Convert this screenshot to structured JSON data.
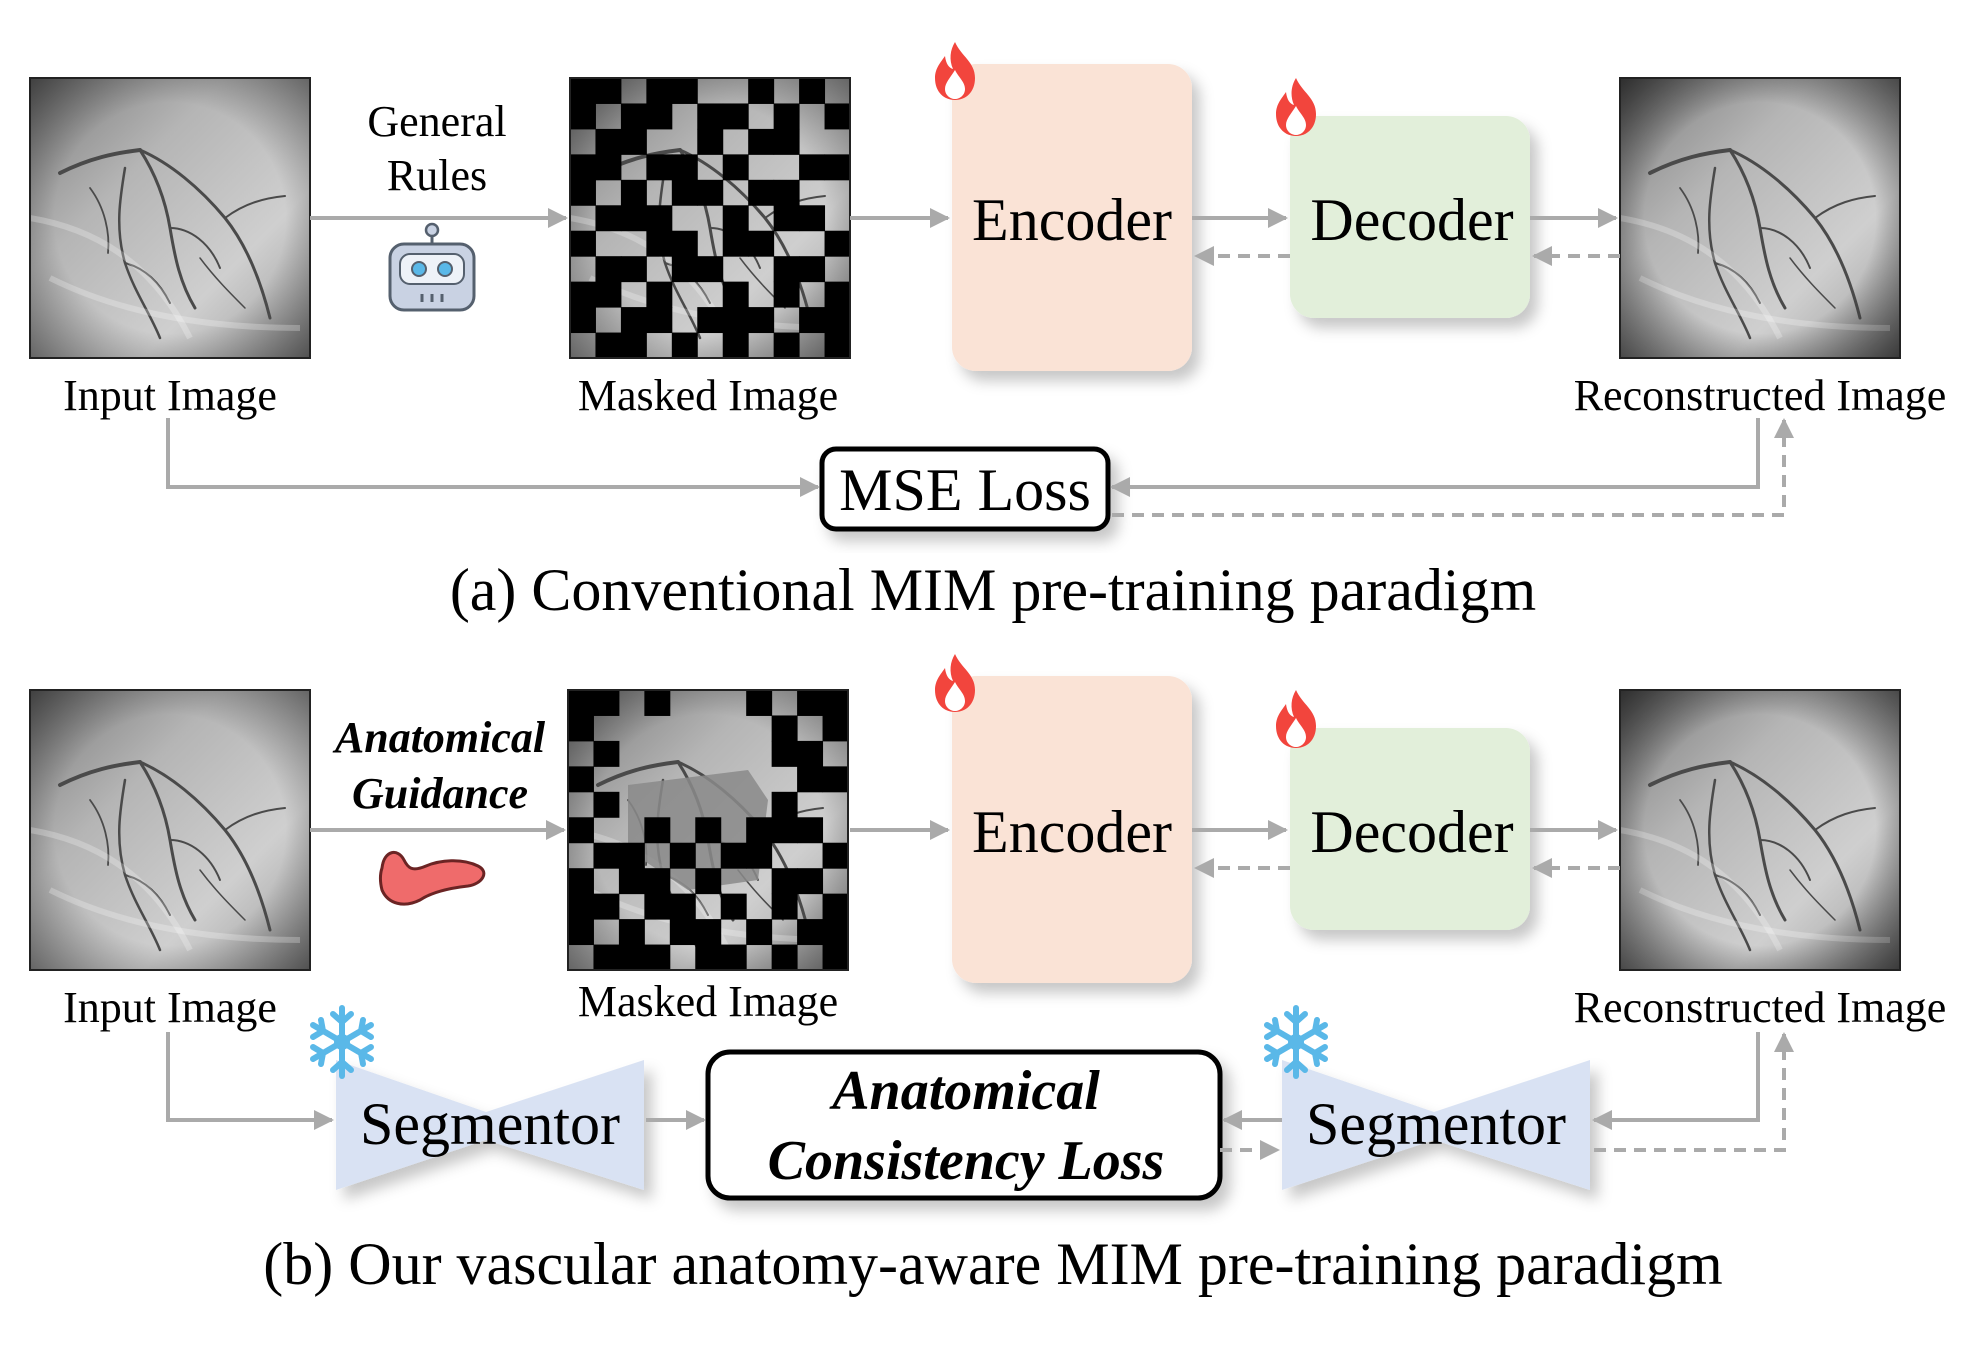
{
  "panel_a": {
    "input_label": "Input Image",
    "rule_line1": "General",
    "rule_line2": "Rules",
    "masked_label": "Masked Image",
    "encoder_label": "Encoder",
    "decoder_label": "Decoder",
    "recon_label": "Reconstructed Image",
    "loss_label": "MSE Loss",
    "caption": "(a) Conventional MIM pre-training paradigm"
  },
  "panel_b": {
    "input_label": "Input Image",
    "guide_line1": "Anatomical",
    "guide_line2": "Guidance",
    "masked_label": "Masked Image",
    "encoder_label": "Encoder",
    "decoder_label": "Decoder",
    "recon_label": "Reconstructed Image",
    "segmentor_left_label": "Segmentor",
    "segmentor_right_label": "Segmentor",
    "loss_line1": "Anatomical",
    "loss_line2": "Consistency Loss",
    "caption": "(b) Our vascular anatomy-aware MIM pre-training paradigm"
  },
  "colors": {
    "encoder_fill": "#fae3d6",
    "decoder_fill": "#e2efda",
    "segmentor_fill": "#d9e2f3",
    "arrow": "#aaaaaa",
    "flame": "#f2453d",
    "snowflake": "#5ab8e8"
  },
  "icons": {
    "trainable": "fire-icon",
    "frozen": "snowflake-icon",
    "rules": "robot-icon",
    "guidance": "vessel-icon"
  }
}
